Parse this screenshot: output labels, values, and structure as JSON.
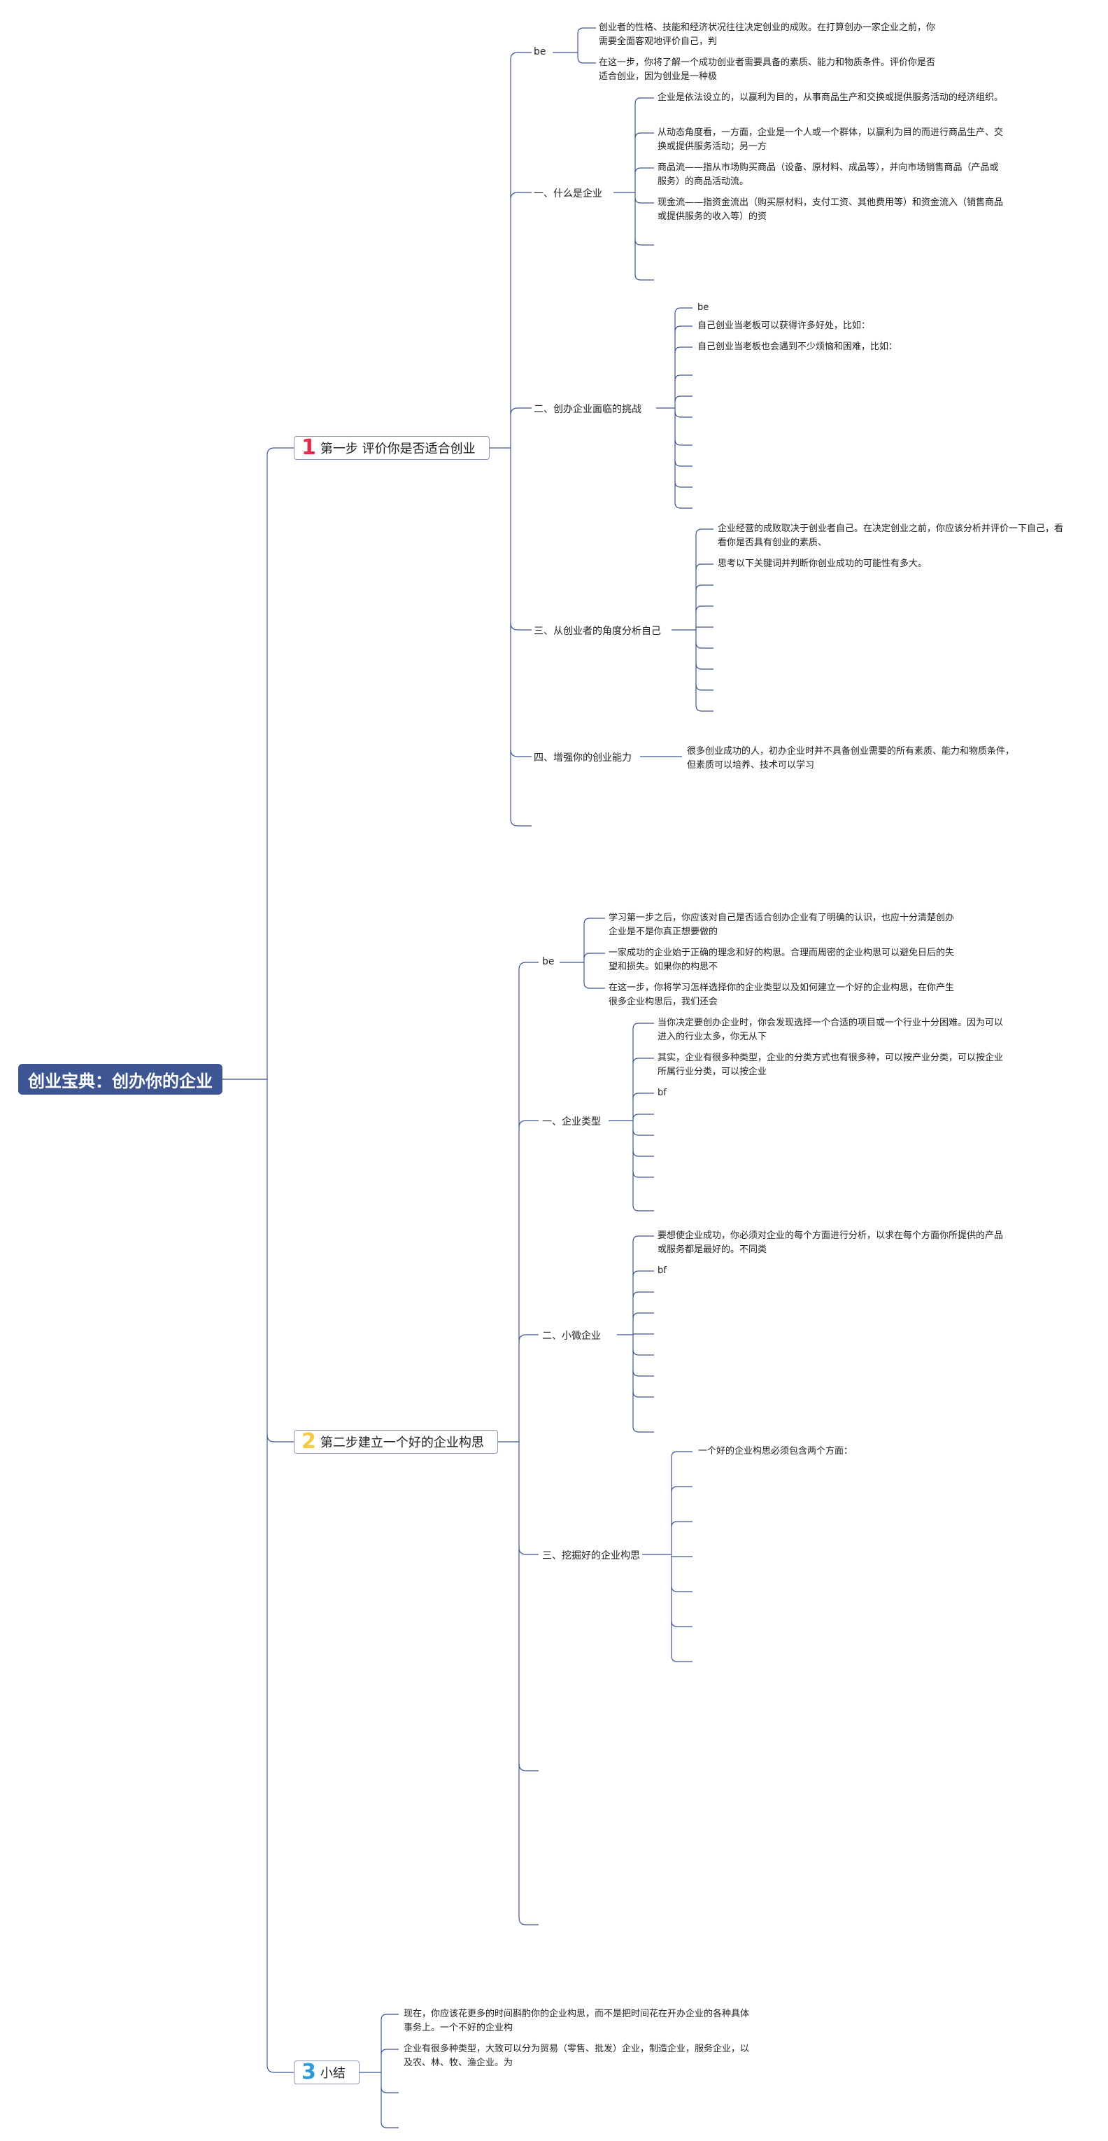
{
  "root": "创业宝典：创办你的企业",
  "steps": [
    {
      "num": "1",
      "label": "第一步 评价你是否适合创业",
      "color": "#e02b4a"
    },
    {
      "num": "2",
      "label": "第二步建立一个好的企业构思",
      "color": "#f3c843"
    },
    {
      "num": "3",
      "label": "小结",
      "color": "#2d9bd6"
    }
  ],
  "step1": {
    "be": {
      "label": "be",
      "items": [
        "创业者的性格、技能和经济状况往往决定创业的成败。在打算创办一家企业之前，你需要全面客观地评价自己，判",
        "在这一步，你将了解一个成功创业者需要具备的素质、能力和物质条件。评价你是否适合创业，因为创业是一种极"
      ]
    },
    "s1": {
      "label": "一、什么是企业",
      "items": [
        "企业是依法设立的，以赢利为目的，从事商品生产和交换或提供服务活动的经济组织。",
        "从动态角度看，一方面，企业是一个人或一个群体，以赢利为目的而进行商品生产、交换或提供服务活动；另一方",
        "商品流——指从市场购买商品（设备、原材料、成品等），并向市场销售商品（产品或服务）的商品活动流。",
        "现金流——指资金流出（购买原材料，支付工资、其他费用等）和资金流入（销售商品或提供服务的收入等）的资"
      ]
    },
    "s2": {
      "label": "二、创办企业面临的挑战",
      "items": [
        "be",
        "自己创业当老板可以获得许多好处，比如：",
        "自己创业当老板也会遇到不少烦恼和困难，比如："
      ]
    },
    "s3": {
      "label": "三、从创业者的角度分析自己",
      "items": [
        "企业经营的成败取决于创业者自己。在决定创业之前，你应该分析并评价一下自己，看看你是否具有创业的素质、",
        "思考以下关键词并判断你创业成功的可能性有多大。"
      ]
    },
    "s4": {
      "label": "四、增强你的创业能力",
      "items": [
        "很多创业成功的人，初办企业时并不具备创业需要的所有素质、能力和物质条件，但素质可以培养、技术可以学习"
      ]
    }
  },
  "step2": {
    "be": {
      "label": "be",
      "items": [
        "学习第一步之后，你应该对自己是否适合创办企业有了明确的认识，也应十分清楚创办企业是不是你真正想要做的",
        "一家成功的企业始于正确的理念和好的构思。合理而周密的企业构思可以避免日后的失望和损失。如果你的构思不",
        "在这一步，你将学习怎样选择你的企业类型以及如何建立一个好的企业构思，在你产生很多企业构思后，我们还会"
      ]
    },
    "s1": {
      "label": "一、企业类型",
      "items": [
        "当你决定要创办企业时，你会发现选择一个合适的项目或一个行业十分困难。因为可以进入的行业太多，你无从下",
        "其实，企业有很多种类型，企业的分类方式也有很多种，可以按产业分类，可以按企业所属行业分类，可以按企业",
        "bf"
      ]
    },
    "s2": {
      "label": "二、小微企业",
      "items": [
        "要想使企业成功，你必须对企业的每个方面进行分析，以求在每个方面你所提供的产品或服务都是最好的。不同类",
        "bf"
      ]
    },
    "s3": {
      "label": "三、挖掘好的企业构思",
      "items": [
        "一个好的企业构思必须包含两个方面："
      ]
    }
  },
  "step3": {
    "items": [
      "现在，你应该花更多的时间斟酌你的企业构思，而不是把时间花在开办企业的各种具体事务上。一个不好的企业构",
      "企业有很多种类型，大致可以分为贸易（零售、批发）企业，制造企业，服务企业，以及农、林、牧、渔企业。为"
    ]
  },
  "colors": {
    "line": "#3d5592",
    "root_bg": "#3d5592"
  }
}
